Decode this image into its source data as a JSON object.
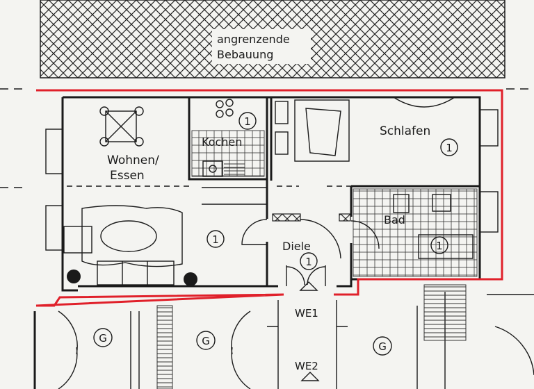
{
  "labels": {
    "neighbor_line1": "angrenzende",
    "neighbor_line2": "Bebauung",
    "living_line1": "Wohnen/",
    "living_line2": "Essen",
    "kitchen": "Kochen",
    "bedroom": "Schlafen",
    "bath": "Bad",
    "hall": "Diele",
    "entrance_1": "WE1",
    "entrance_2": "WE2"
  },
  "markers": {
    "unit": "1",
    "garage": "G"
  },
  "colors": {
    "outline_highlight": "#e0202a",
    "ink": "#1a1a1a",
    "paper": "#f4f4f1"
  }
}
